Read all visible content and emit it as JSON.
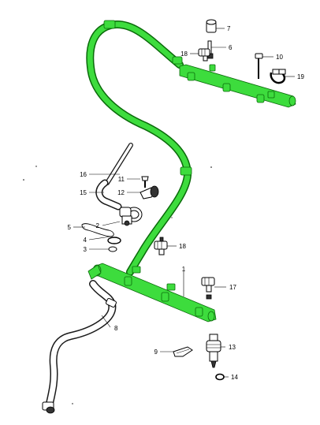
{
  "colors": {
    "highlight": "#3ddc3d",
    "highlight_edge": "#0a6a0a",
    "ink": "#000000",
    "background": "#ffffff"
  },
  "callouts": [
    {
      "id": "1",
      "text": "1"
    },
    {
      "id": "2",
      "text": "2"
    },
    {
      "id": "3",
      "text": "3"
    },
    {
      "id": "4",
      "text": "4"
    },
    {
      "id": "5",
      "text": "5"
    },
    {
      "id": "6",
      "text": "6"
    },
    {
      "id": "7",
      "text": "7"
    },
    {
      "id": "8",
      "text": "8"
    },
    {
      "id": "9",
      "text": "9"
    },
    {
      "id": "10",
      "text": "10"
    },
    {
      "id": "11",
      "text": "11"
    },
    {
      "id": "12",
      "text": "12"
    },
    {
      "id": "13",
      "text": "13"
    },
    {
      "id": "14",
      "text": "14"
    },
    {
      "id": "15",
      "text": "15"
    },
    {
      "id": "16",
      "text": "16"
    },
    {
      "id": "17",
      "text": "17"
    },
    {
      "id": "18a",
      "text": "18"
    },
    {
      "id": "18b",
      "text": "18"
    },
    {
      "id": "19",
      "text": "19"
    }
  ]
}
